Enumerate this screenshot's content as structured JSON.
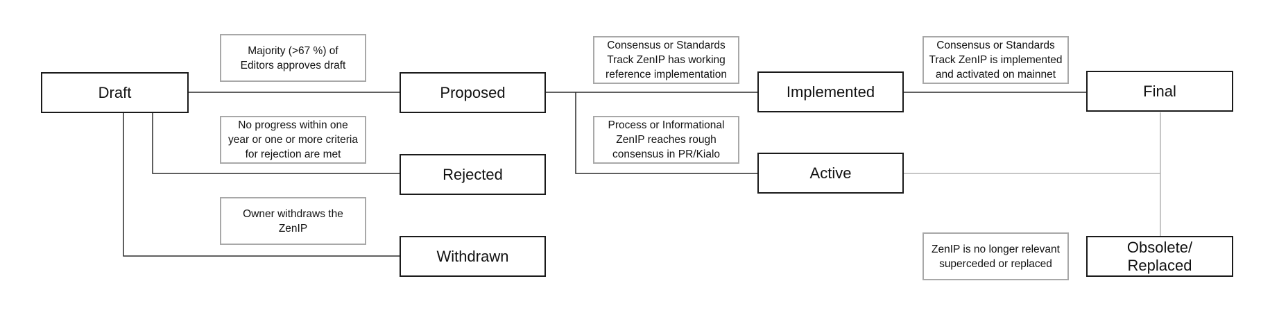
{
  "colors": {
    "state_border": "#1a1a1a",
    "note_border": "#a8a8a8",
    "line_dark": "#2a2a2a",
    "line_light": "#b3b3b3",
    "background": "#ffffff"
  },
  "states": {
    "draft": "Draft",
    "proposed": "Proposed",
    "rejected": "Rejected",
    "withdrawn": "Withdrawn",
    "implemented": "Implemented",
    "active": "Active",
    "final": "Final",
    "obsolete": "Obsolete/\nReplaced"
  },
  "conditions": {
    "draft_to_proposed": "Majority (>67 %) of\nEditors approves draft",
    "draft_to_rejected": "No progress within one\nyear or one or more criteria\nfor rejection are met",
    "draft_to_withdrawn": "Owner withdraws the\nZenIP",
    "proposed_to_implemented": "Consensus or Standards\nTrack ZenIP has working\nreference implementation",
    "proposed_to_active": "Process or Informational\nZenIP reaches rough\nconsensus in PR/Kialo",
    "implemented_to_final": "Consensus or Standards\nTrack ZenIP is implemented\nand activated on mainnet",
    "to_obsolete": "ZenIP is no longer relevant\nsuperceded or replaced"
  }
}
